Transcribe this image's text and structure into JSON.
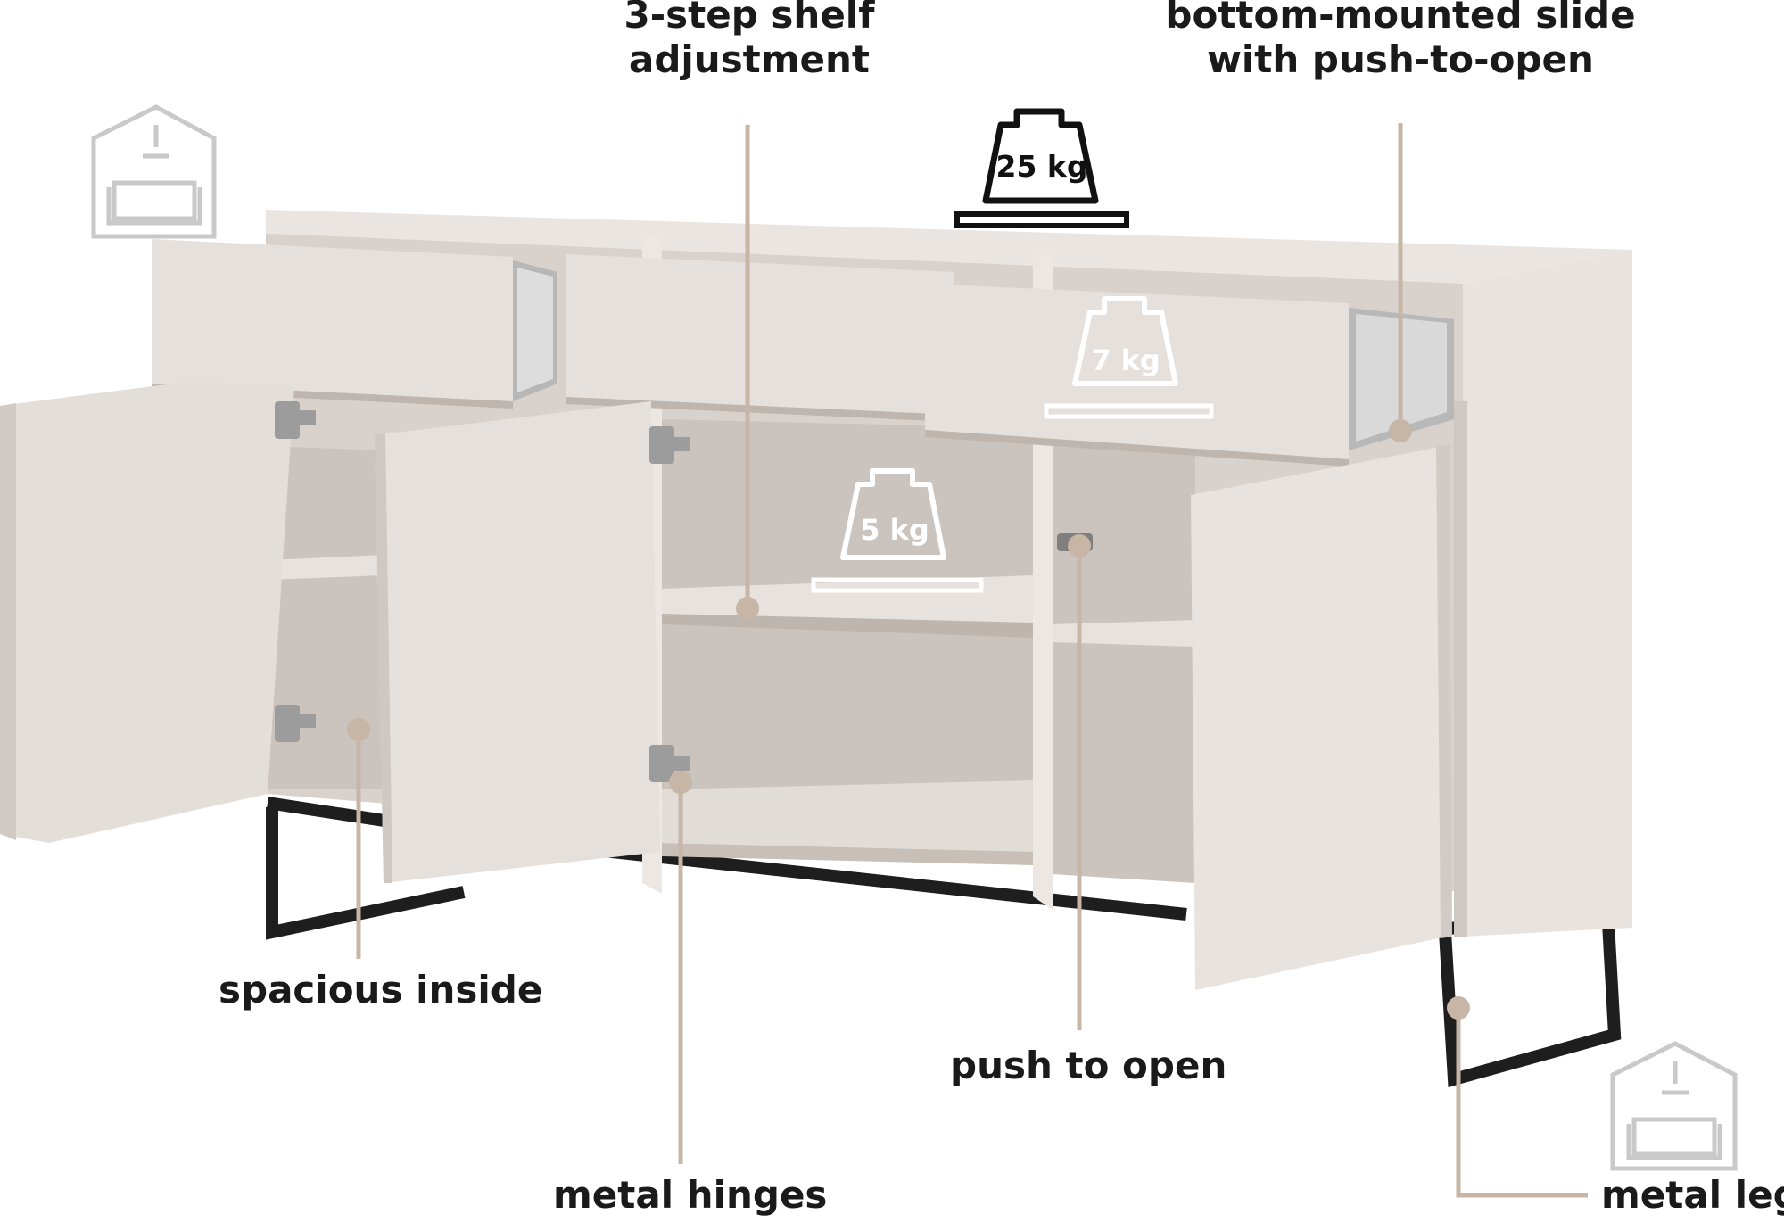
{
  "colors": {
    "cabinet": "#e6e0dc",
    "cabinet_dark": "#c9c2bc",
    "interior": "#d8d1cc",
    "leg": "#1e1e1e",
    "callout": "#c7b5a6",
    "text": "#1a1a1a"
  },
  "labels": {
    "shelf_line1": "3-step shelf",
    "shelf_line2": "adjustment",
    "slide_line1": "bottom-mounted slide",
    "slide_line2": "with push-to-open",
    "spacious": "spacious inside",
    "push": "push to open",
    "hinges": "metal hinges",
    "leg": "metal leg"
  },
  "weights": {
    "top": "25 kg",
    "drawer": "7 kg",
    "shelf": "5 kg"
  },
  "icons": [
    "house-sofa-logo",
    "weight-icon"
  ]
}
